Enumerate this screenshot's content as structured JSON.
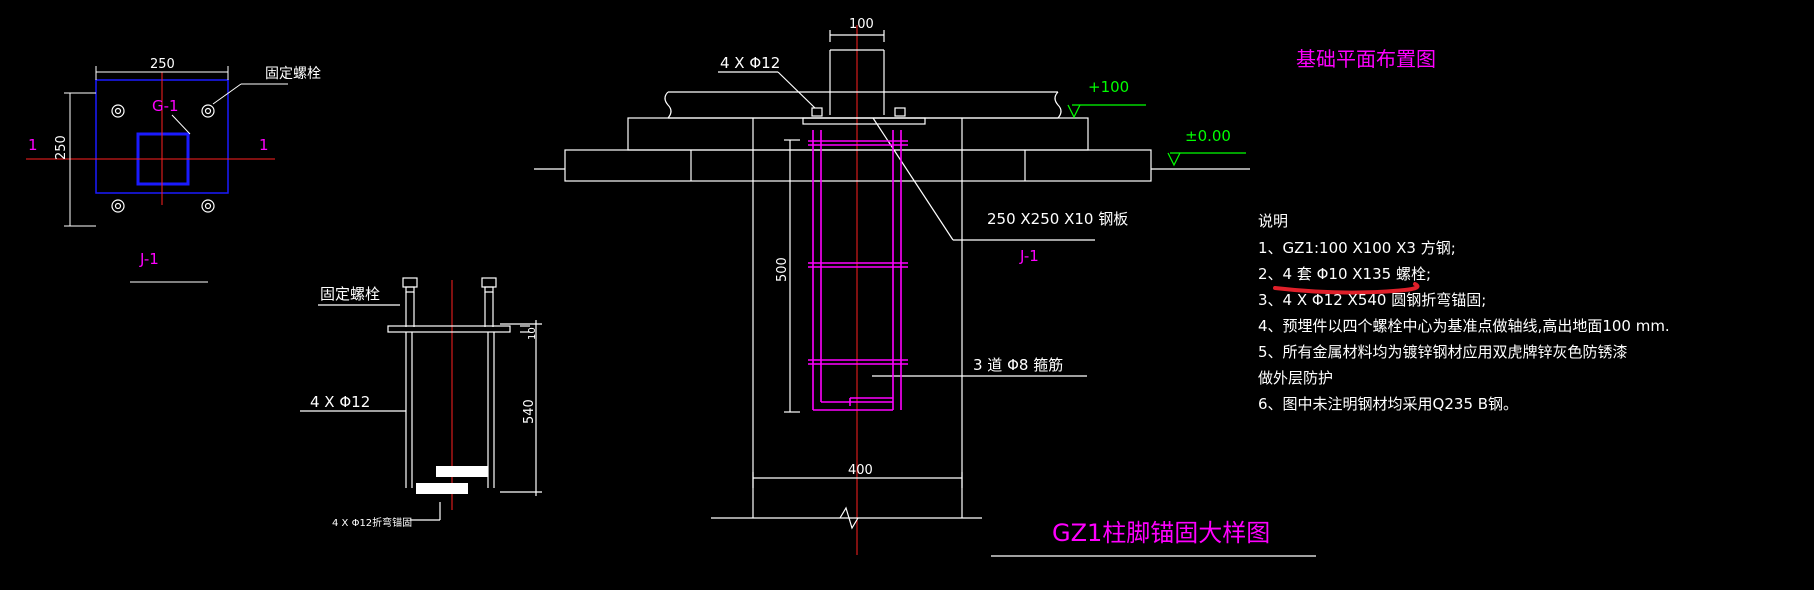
{
  "plan": {
    "dim_width": "250",
    "dim_height": "250",
    "bolt_label": "固定螺栓",
    "plate_label": "G-1",
    "section_left": "1",
    "section_right": "1",
    "title": "J-1"
  },
  "bolt_detail": {
    "bolt_label": "固定螺栓",
    "rebar_label": "4 X Φ12",
    "dim_depth": "540",
    "dim_plate": "10",
    "anchor_label": "4 X Φ12折弯锚固"
  },
  "section": {
    "dim_column": "100",
    "rebar_label": "4 X Φ12",
    "plate_label": "250 X250 X10 钢板",
    "plate_ref": "J-1",
    "dim_height": "500",
    "stirrup_label": "3 道 Φ8 箍筋",
    "dim_width": "400",
    "elev_top": "+100",
    "elev_zero": "±0.00",
    "title": "GZ1柱脚锚固大样图"
  },
  "layout_title": "基础平面布置图",
  "notes": {
    "heading": "说明",
    "items": [
      "1、GZ1:100 X100 X3 方钢;",
      "2、4 套 Φ10 X135 螺栓;",
      "3、4 X Φ12 X540 圆钢折弯锚固;",
      "4、预埋件以四个螺栓中心为基准点做轴线,高出地面100 mm.",
      "5、所有金属材料均为镀锌钢材应用双虎牌锌灰色防锈漆",
      "做外层防护",
      "6、图中未注明钢材均采用Q235 B钢。"
    ]
  },
  "colors": {
    "line": "#ffffff",
    "plate": "#1a1aff",
    "rebar": "#ff00ff",
    "axis": "#ff2020",
    "elevation": "#00ff00",
    "highlight": "#e0202a"
  }
}
